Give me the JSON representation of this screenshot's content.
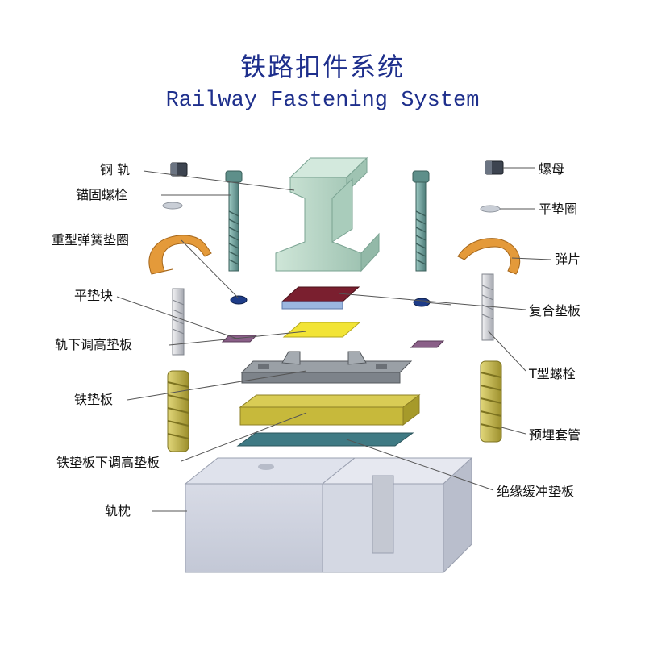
{
  "title": {
    "cn": "铁路扣件系统",
    "en": "Railway Fastening System"
  },
  "labels": {
    "rail": "钢 轨",
    "anchor_bolt": "锚固螺栓",
    "heavy_spring_washer": "重型弹簧垫圈",
    "flat_pad_block": "平垫块",
    "under_rail_adjust_pad": "轨下调高垫板",
    "iron_base_plate": "铁垫板",
    "under_plate_adjust_pad": "铁垫板下调高垫板",
    "sleeper": "轨枕",
    "nut": "螺母",
    "flat_washer": "平垫圈",
    "spring_clip": "弹片",
    "composite_pad": "复合垫板",
    "t_bolt": "T型螺栓",
    "embedded_sleeve": "预埋套管",
    "insulating_buffer_pad": "绝缘缓冲垫板"
  },
  "colors": {
    "title": "#1e2f8c",
    "rail": "#b9d8c8",
    "bolt": "#6f9f9a",
    "spring": "#e49a3a",
    "yellow_pad": "#f2e436",
    "olive_pad": "#c7b93b",
    "base_plate": "#8d939a",
    "sleeper": "#cfd3de",
    "composite": "#7a1f2f",
    "insulation": "#3f7a84"
  }
}
